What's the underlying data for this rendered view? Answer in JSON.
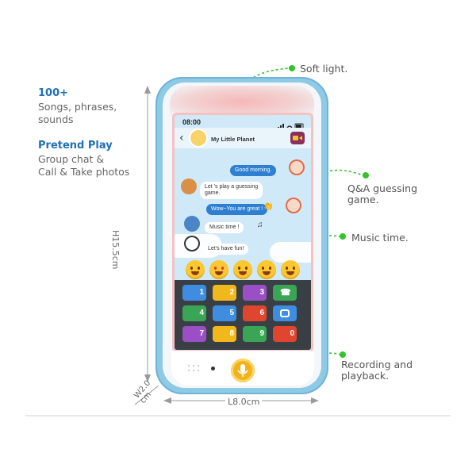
{
  "features": [
    {
      "title": "100+",
      "lines": [
        "Songs, phrases,",
        "sounds"
      ]
    },
    {
      "title": "Pretend Play",
      "lines": [
        "Group chat &",
        "Call & Take photos"
      ]
    }
  ],
  "callouts": {
    "soft_light": "Soft light.",
    "qa_line1": "Q&A guessing",
    "qa_line2": "game.",
    "music": "Music time.",
    "rec_line1": "Recording and",
    "rec_line2": "playback."
  },
  "dimensions": {
    "height": "H15.5cm",
    "length": "L8.0cm",
    "width_line1": "W2.0",
    "width_line2": "cm"
  },
  "screen": {
    "time": "08:00",
    "chat_title": "My Little Planet",
    "messages": [
      {
        "text": "Good morning."
      },
      {
        "text_line1": "Let 's play a guessing",
        "text_line2": "game."
      },
      {
        "text": "Wow~You are great !"
      },
      {
        "text": "Music time !"
      },
      {
        "text": "Let's have fun!"
      }
    ],
    "keys": [
      "1",
      "2",
      "3",
      "",
      "4",
      "5",
      "6",
      "",
      "7",
      "8",
      "9",
      "0"
    ]
  },
  "colors": {
    "accent_blue": "#1f6fb8",
    "phone_frame": "#8ec9e6",
    "callout_green": "#35c22b",
    "mic_yellow": "#f2b319"
  }
}
